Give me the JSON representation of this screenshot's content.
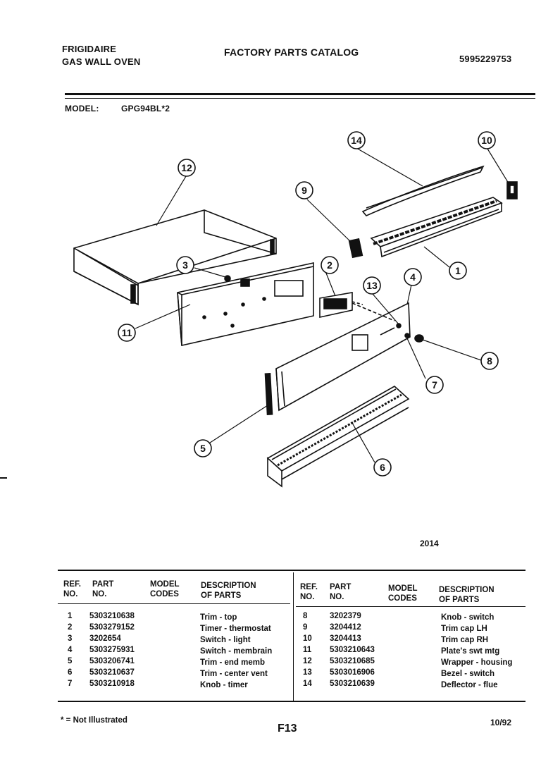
{
  "header": {
    "brand": "FRIGIDAIRE",
    "product": "GAS WALL OVEN",
    "catalog_title": "FACTORY PARTS CATALOG",
    "catalog_number": "5995229753",
    "model_label": "MODEL:",
    "model_value": "GPG94BL*2"
  },
  "diagram": {
    "callouts": [
      "1",
      "2",
      "3",
      "4",
      "5",
      "6",
      "7",
      "8",
      "9",
      "10",
      "11",
      "12",
      "13",
      "14"
    ],
    "figure_number": "2014"
  },
  "parts_table": {
    "headers": {
      "ref_no": [
        "REF.",
        "NO."
      ],
      "part_no": [
        "PART",
        "NO."
      ],
      "model_codes": [
        "MODEL",
        "CODES"
      ],
      "description": [
        "DESCRIPTION",
        "OF PARTS"
      ]
    },
    "left": [
      {
        "ref": "1",
        "part": "5303210638",
        "codes": "",
        "desc": "Trim - top"
      },
      {
        "ref": "2",
        "part": "5303279152",
        "codes": "",
        "desc": "Timer - thermostat"
      },
      {
        "ref": "3",
        "part": "3202654",
        "codes": "",
        "desc": "Switch - light"
      },
      {
        "ref": "4",
        "part": "5303275931",
        "codes": "",
        "desc": "Switch - membrain"
      },
      {
        "ref": "5",
        "part": "5303206741",
        "codes": "",
        "desc": "Trim - end memb"
      },
      {
        "ref": "6",
        "part": "5303210637",
        "codes": "",
        "desc": "Trim - center vent"
      },
      {
        "ref": "7",
        "part": "5303210918",
        "codes": "",
        "desc": "Knob - timer"
      }
    ],
    "right": [
      {
        "ref": "8",
        "part": "3202379",
        "codes": "",
        "desc": "Knob - switch"
      },
      {
        "ref": "9",
        "part": "3204412",
        "codes": "",
        "desc": "Trim cap LH"
      },
      {
        "ref": "10",
        "part": "3204413",
        "codes": "",
        "desc": "Trim cap RH"
      },
      {
        "ref": "11",
        "part": "5303210643",
        "codes": "",
        "desc": "Plate's swt mtg"
      },
      {
        "ref": "12",
        "part": "5303210685",
        "codes": "",
        "desc": "Wrapper - housing"
      },
      {
        "ref": "13",
        "part": "5303016906",
        "codes": "",
        "desc": "Bezel - switch"
      },
      {
        "ref": "14",
        "part": "5303210639",
        "codes": "",
        "desc": "Deflector - flue"
      }
    ]
  },
  "footer": {
    "note": "* = Not Illustrated",
    "page_code": "F13",
    "date": "10/92"
  }
}
